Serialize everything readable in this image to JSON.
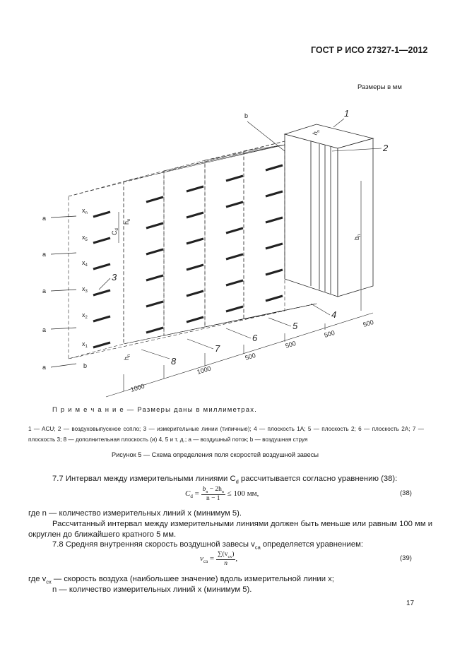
{
  "header": {
    "standard": "ГОСТ Р ИСО 27327-1—2012"
  },
  "figure": {
    "units_note": "Размеры в мм",
    "labels": {
      "n1": "1",
      "n2": "2",
      "n3": "3",
      "n4": "4",
      "n5": "5",
      "n6": "6",
      "n7": "7",
      "n8": "8",
      "a": "a",
      "b": "b",
      "xn": "x",
      "xn_sub": "n",
      "x5": "x",
      "x5_sub": "5",
      "x4": "x",
      "x4_sub": "4",
      "x3": "x",
      "x3_sub": "3",
      "x2": "x",
      "x2_sub": "2",
      "x1": "x",
      "x1_sub": "1",
      "hn": "h",
      "hn_sub": "n",
      "cd": "C",
      "cd_sub": "d",
      "bn": "b",
      "bn_sub": "n",
      "d500": "500",
      "d1000": "1000"
    },
    "note": "П р и м е ч а н и е — Размеры даны в миллиметрах.",
    "legend": "1 — ACU; 2 — воздуховыпускное сопло; 3 — измерительные линии (типичные); 4 — плоскость 1А; 5 — плоскость 2; 6 — плоскость 2А; 7 — плоскость 3; 8 — дополнительная плоскость (и) 4, 5 и т. д.; a — воздушный поток; b — воздушная струя",
    "caption": "Рисунок 5 — Схема определения поля скоростей воздушной завесы"
  },
  "body": {
    "p77": "7.7  Интервал между измерительными линиями C",
    "p77_sub": "d",
    "p77_end": " рассчитывается согласно уравнению (38):",
    "eq38": {
      "lhs": "C",
      "lhs_sub": "d",
      "eq": " =",
      "num": "b",
      "num_sub": "n",
      "num_rest": " − 2h",
      "num_sub2": "n",
      "den": "n − 1",
      "rhs": " ≤ 100 мм,",
      "number": "(38)"
    },
    "p_where_n": "где n — количество измерительных линий x (минимум 5).",
    "p_interval": "Рассчитанный интервал между измерительными линиями должен быть меньше или равным 100 мм и округлен до ближайшего кратного 5 мм.",
    "p78": "7.8  Средняя внутренняя скорость воздушной завесы  v",
    "p78_sub": "ca",
    "p78_end": " определяется уравнением:",
    "eq39": {
      "lhs": "v",
      "lhs_sub": "ca",
      "eq": " =",
      "num": "∑(v",
      "num_sub": "cx",
      "num_end": ")",
      "den": "n",
      "rhs": ",",
      "number": "(39)"
    },
    "p_where_v": "где v",
    "p_where_v_sub": "cx",
    "p_where_v_end": " — скорость воздуха (наибольшее значение) вдоль измерительной линии x;",
    "p_n": "n — количество измерительных линий x (минимум 5)."
  },
  "page_number": "17"
}
